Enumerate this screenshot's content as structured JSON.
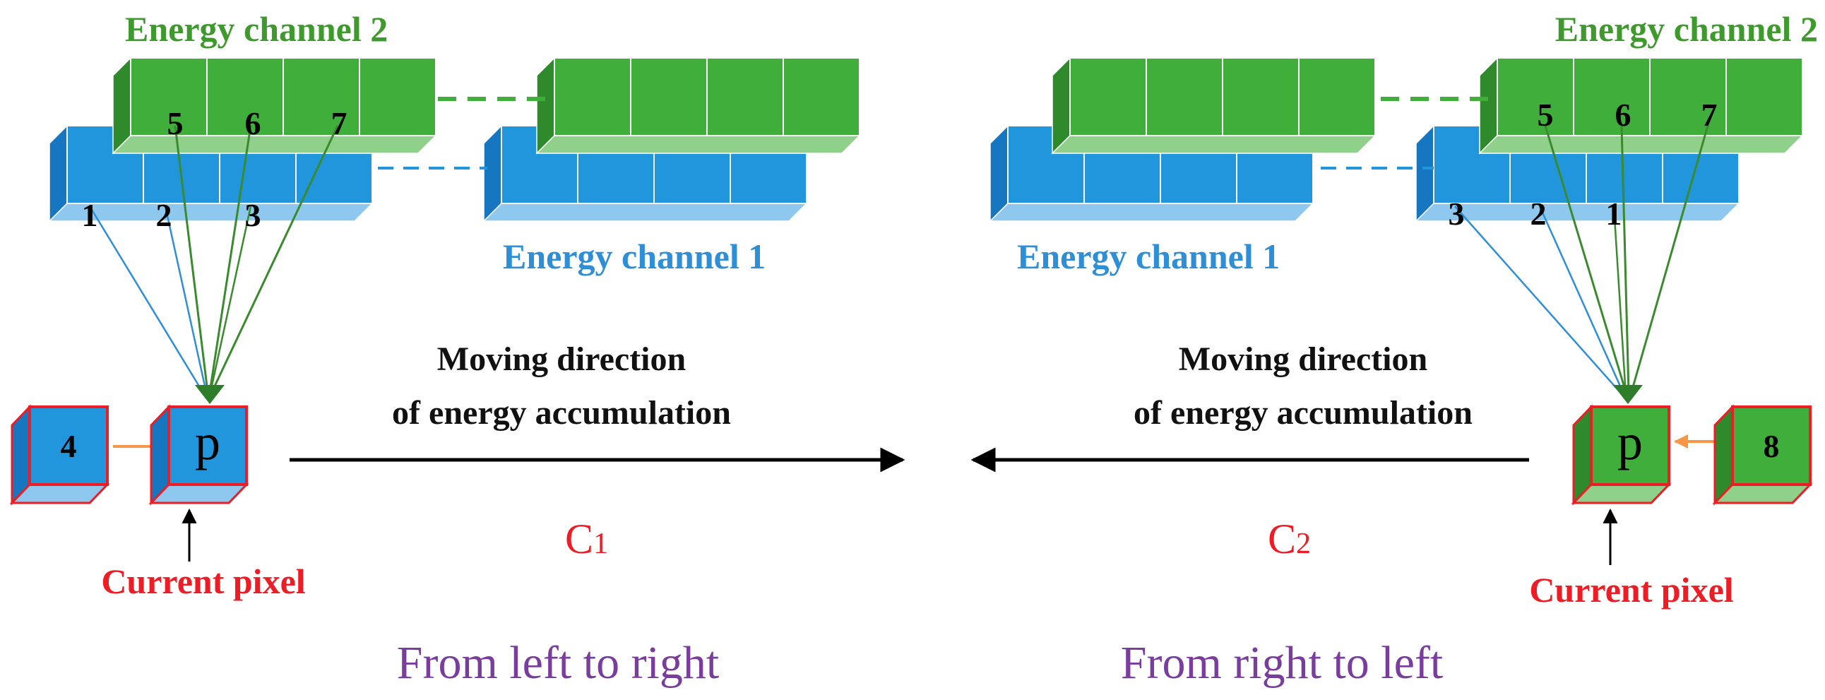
{
  "left_panel": {
    "channel2_label": "Energy channel 2",
    "channel1_label": "Energy channel 1",
    "blue_numbers": [
      "1",
      "2",
      "3"
    ],
    "green_numbers": [
      "5",
      "6",
      "7"
    ],
    "neighbor_label": "4",
    "current_label": "p",
    "current_pixel_label": "Current pixel",
    "direction_line1": "Moving direction",
    "direction_line2": "of energy accumulation",
    "constraint_main": "C",
    "constraint_sub": "1",
    "caption": "From left to right"
  },
  "right_panel": {
    "channel2_label": "Energy channel 2",
    "channel1_label": "Energy channel 1",
    "blue_numbers": [
      "3",
      "2",
      "1"
    ],
    "green_numbers": [
      "5",
      "6",
      "7"
    ],
    "neighbor_label": "8",
    "current_label": "p",
    "current_pixel_label": "Current pixel",
    "direction_line1": "Moving direction",
    "direction_line2": "of energy accumulation",
    "constraint_main": "C",
    "constraint_sub": "2",
    "caption": "From right to left"
  },
  "colors": {
    "blue_face": "#2196dc",
    "blue_side": "#1677c0",
    "blue_bottom": "#8fc8ee",
    "green_face": "#3fae3b",
    "green_side": "#2e8a2b",
    "green_bottom": "#8fd08a",
    "highlight_border": "#ee1c24",
    "neighbor_arrow": "#f79646",
    "blue_link": "#2e8ed6",
    "green_link": "#3a8a2e",
    "caption": "#7a3d9e"
  }
}
